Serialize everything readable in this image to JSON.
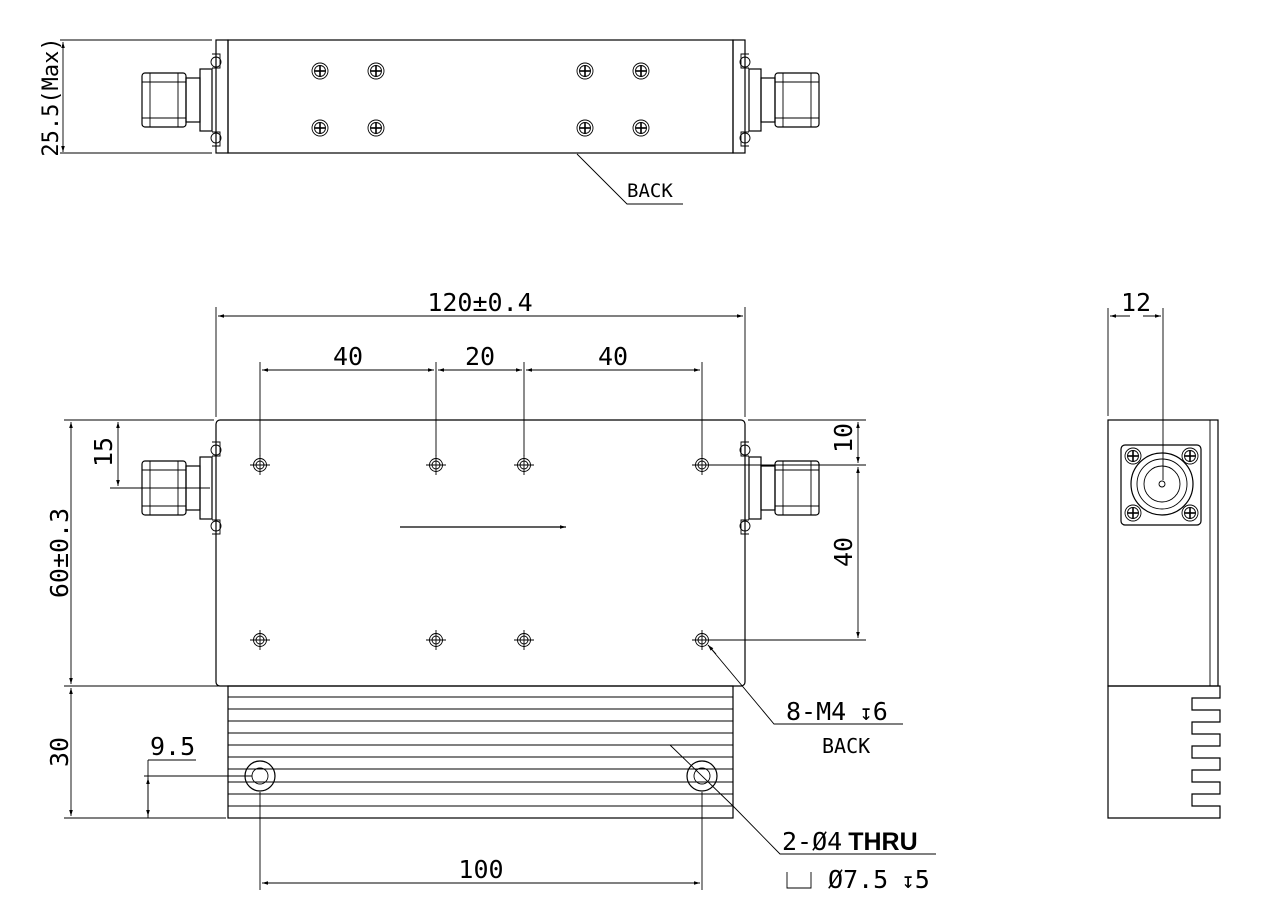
{
  "top_view": {
    "height_dim": "25.5(Max)",
    "back_label": "BACK"
  },
  "front_view": {
    "length_dim": "120±0.4",
    "spacing_left": "40",
    "spacing_mid": "20",
    "spacing_right": "40",
    "height_dim": "60±0.3",
    "offset_left": "15",
    "offset_right_top": "10",
    "offset_right_mid": "40",
    "heatsink_height": "30",
    "hole_offset": "9.5",
    "hole_spacing": "100",
    "tap_callout": "8-M4",
    "tap_depth": "6",
    "tap_back": "BACK",
    "hole_count": "2-",
    "hole_dia": "4",
    "hole_thru": "THRU",
    "cbore_dia": "7.5",
    "cbore_depth": "5"
  },
  "side_view": {
    "width_dim": "12"
  }
}
